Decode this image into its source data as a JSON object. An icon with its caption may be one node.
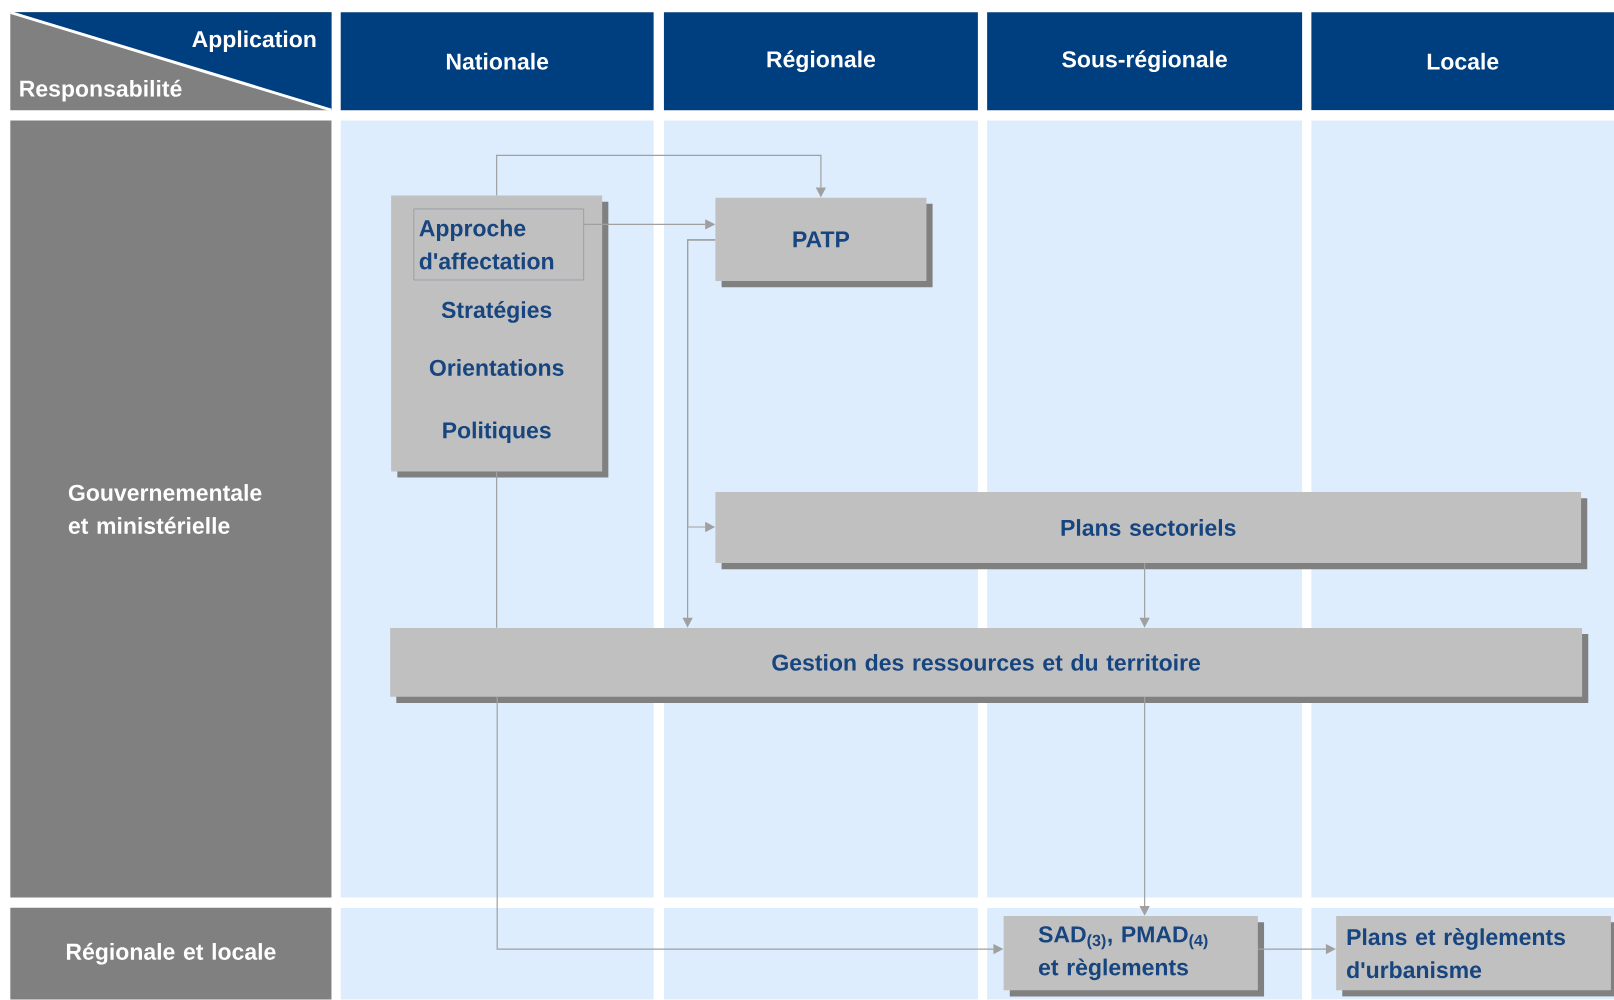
{
  "diagram": {
    "nodes": [
      {
        "text": [
          "Application",
          "Responsabilité"
        ]
      },
      {
        "text": [
          "Nationale"
        ]
      },
      {
        "text": [
          "Régionale"
        ]
      },
      {
        "text": [
          "Sous-régionale"
        ]
      },
      {
        "text": [
          "Locale"
        ]
      },
      {
        "text": [
          "Gouvernementale et ministérielle"
        ]
      },
      {
        "text": [
          "Régionale et locale"
        ]
      },
      {
        "text": [
          "Stratégies",
          "Orientations",
          "Politiques"
        ]
      },
      {
        "text": [
          "Approche d'affectation"
        ],
        "in": 7
      },
      {
        "text": [
          "PATP"
        ]
      },
      {
        "text": [
          "Plans sectoriels"
        ]
      },
      {
        "text": [
          "Gestion des ressources et du territoire"
        ]
      },
      {
        "text": [
          "SAD$_{(3)}$, PMAD$_{(4)}$ et règlements"
        ]
      },
      {
        "text": [
          "Plans et règlements d'urbanisme"
        ]
      }
    ],
    "edges": [
      {
        "from": 7,
        "to": 9,
        "arrow": "to"
      },
      {
        "from": 8,
        "to": 9,
        "arrow": "to"
      },
      {
        "from": 9,
        "to": 10,
        "arrow": "to"
      },
      {
        "from": 9,
        "to": 11,
        "arrow": "to"
      },
      {
        "from": 10,
        "to": 11,
        "arrow": "to"
      },
      {
        "from": 7,
        "to": 11,
        "arrow": "none"
      },
      {
        "from": 11,
        "to": 12,
        "arrow": "to"
      },
      {
        "from": 11,
        "to": 12,
        "arrow": "to"
      },
      {
        "from": 12,
        "to": 13,
        "arrow": "to"
      }
    ]
  }
}
